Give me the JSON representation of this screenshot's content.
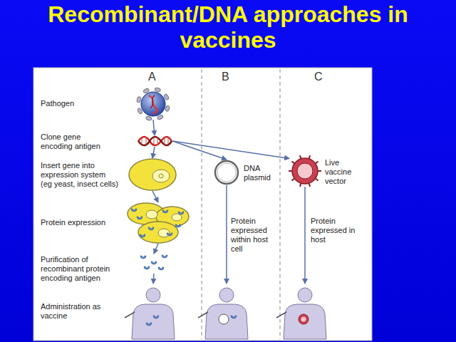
{
  "diagram": {
    "title": "Recombinant/DNA approaches in vaccines",
    "nodes": [
      {
        "text": [
          "Pathogen"
        ]
      },
      {
        "text": [
          "Clone gene encoding antigen"
        ]
      },
      {
        "text": [
          "Insert gene into expression system (eg yeast, insect cells)"
        ]
      },
      {
        "text": [
          "Protein expression"
        ]
      },
      {
        "text": [
          "Purification of recombinant protein encoding antigen"
        ]
      },
      {
        "text": [
          "Administration as vaccine"
        ]
      },
      {
        "text": [
          "DNA plasmid"
        ]
      },
      {
        "text": [
          "Live vaccine vector"
        ]
      }
    ],
    "edges": [
      {
        "from": 0,
        "to": 1,
        "arrow": "to"
      },
      {
        "from": 1,
        "to": 2,
        "arrow": "to"
      },
      {
        "from": 2,
        "to": 3,
        "arrow": "to"
      },
      {
        "from": 3,
        "to": 4,
        "arrow": "to"
      },
      {
        "from": 4,
        "to": 5,
        "arrow": "to"
      },
      {
        "from": 1,
        "to": 6,
        "arrow": "to"
      },
      {
        "from": 1,
        "to": 7,
        "arrow": "to"
      }
    ],
    "labels": [
      "A",
      "B",
      "C",
      "Protein expressed within host cell",
      "Protein expressed in host"
    ]
  }
}
